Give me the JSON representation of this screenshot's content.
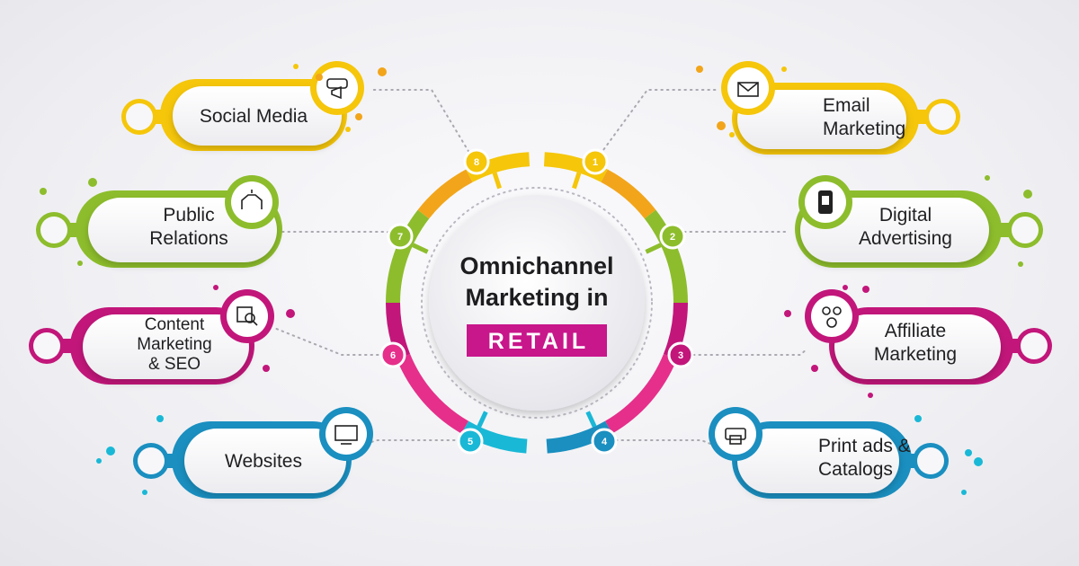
{
  "center": {
    "title_line1": "Omnichannel",
    "title_line2": "Marketing in",
    "badge": "RETAIL"
  },
  "colors": {
    "yellow": "#f5c60a",
    "orange": "#f2a51a",
    "green": "#8dbd2c",
    "magenta": "#c2167a",
    "pink": "#e52f8a",
    "cyan": "#19b8d6",
    "blue": "#1a8fc0",
    "badge": "#c8168b"
  },
  "channels": [
    {
      "number": "1",
      "lines": [
        "Email",
        "Marketing"
      ],
      "icon": "email-envelope-icon"
    },
    {
      "number": "2",
      "lines": [
        "Digital",
        "Advertising"
      ],
      "icon": "smartphone-ad-icon"
    },
    {
      "number": "3",
      "lines": [
        "Affiliate",
        "Marketing"
      ],
      "icon": "affiliate-people-icon"
    },
    {
      "number": "4",
      "lines": [
        "Print ads &",
        "Catalogs"
      ],
      "icon": "printer-icon"
    },
    {
      "number": "5",
      "lines": [
        "Websites"
      ],
      "icon": "website-monitor-icon"
    },
    {
      "number": "6",
      "lines": [
        "Content",
        "Marketing",
        "& SEO"
      ],
      "icon": "content-seo-icon"
    },
    {
      "number": "7",
      "lines": [
        "Public",
        "Relations"
      ],
      "icon": "public-relations-icon"
    },
    {
      "number": "8",
      "lines": [
        "Social Media"
      ],
      "icon": "social-media-megaphone-icon"
    }
  ]
}
